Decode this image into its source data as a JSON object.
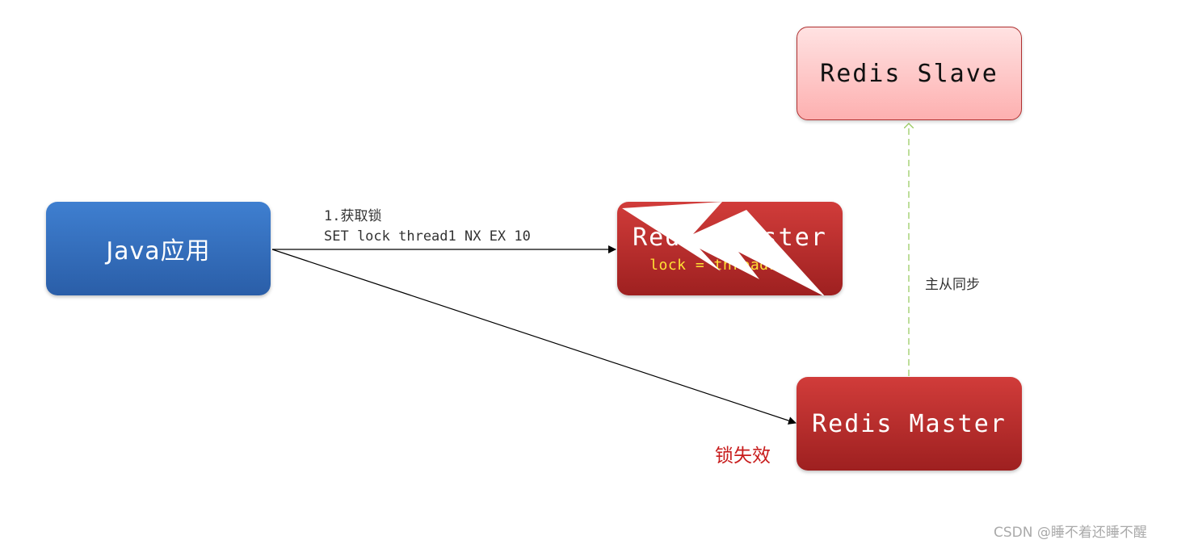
{
  "nodes": {
    "java_app": "Java应用",
    "master_old": "Redis Master",
    "master_old_value": "lock = thread1",
    "master_new": "Redis Master",
    "slave": "Redis Slave"
  },
  "edges": {
    "acquire_step": "1.获取锁",
    "acquire_command": "SET lock thread1 NX EX 10",
    "sync_label": "主从同步",
    "lock_fail_label": "锁失效"
  },
  "watermark": "CSDN @睡不着还睡不醒",
  "colors": {
    "java_blue": "#3571c2",
    "master_red": "#c03030",
    "slave_pink": "#ffc8c8",
    "fail_red": "#c81d1d",
    "value_yellow": "#ffe135",
    "sync_line_green": "#9ccc65"
  }
}
